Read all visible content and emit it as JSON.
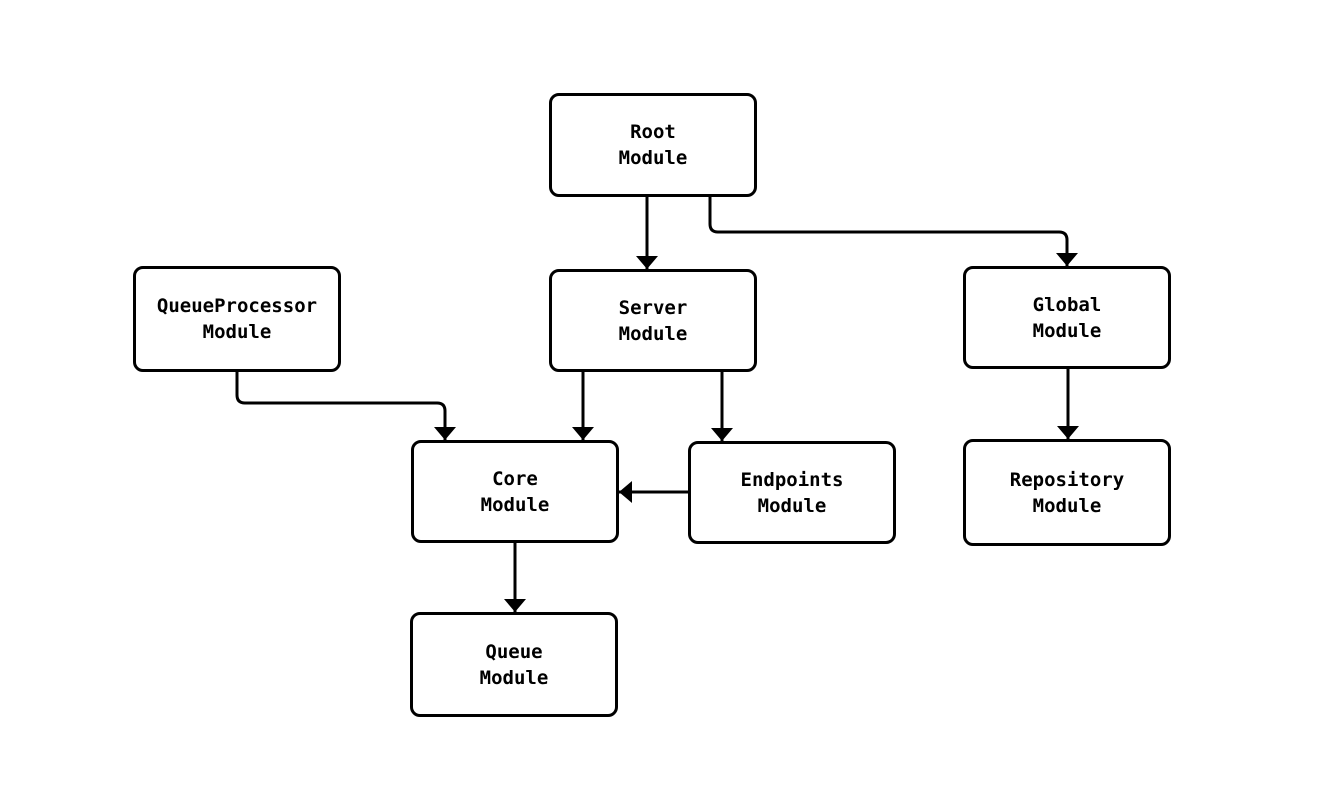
{
  "diagram": {
    "type": "module-dependency-flowchart",
    "colors": {
      "background": "#ffffff",
      "node_fill": "#ffffff",
      "node_border": "#000000",
      "edge": "#000000",
      "text": "#000000"
    },
    "nodes": [
      {
        "id": "root",
        "label": "Root\nModule"
      },
      {
        "id": "server",
        "label": "Server\nModule"
      },
      {
        "id": "global",
        "label": "Global\nModule"
      },
      {
        "id": "queueprocessor",
        "label": "QueueProcessor\nModule"
      },
      {
        "id": "core",
        "label": "Core\nModule"
      },
      {
        "id": "endpoints",
        "label": "Endpoints\nModule"
      },
      {
        "id": "repository",
        "label": "Repository\nModule"
      },
      {
        "id": "queue",
        "label": "Queue\nModule"
      }
    ],
    "edges": [
      {
        "from": "Root Module",
        "to": "Server Module"
      },
      {
        "from": "Root Module",
        "to": "Global Module"
      },
      {
        "from": "QueueProcessor Module",
        "to": "Core Module"
      },
      {
        "from": "Server Module",
        "to": "Core Module"
      },
      {
        "from": "Server Module",
        "to": "Endpoints Module"
      },
      {
        "from": "Endpoints Module",
        "to": "Core Module"
      },
      {
        "from": "Global Module",
        "to": "Repository Module"
      },
      {
        "from": "Core Module",
        "to": "Queue Module"
      }
    ]
  }
}
